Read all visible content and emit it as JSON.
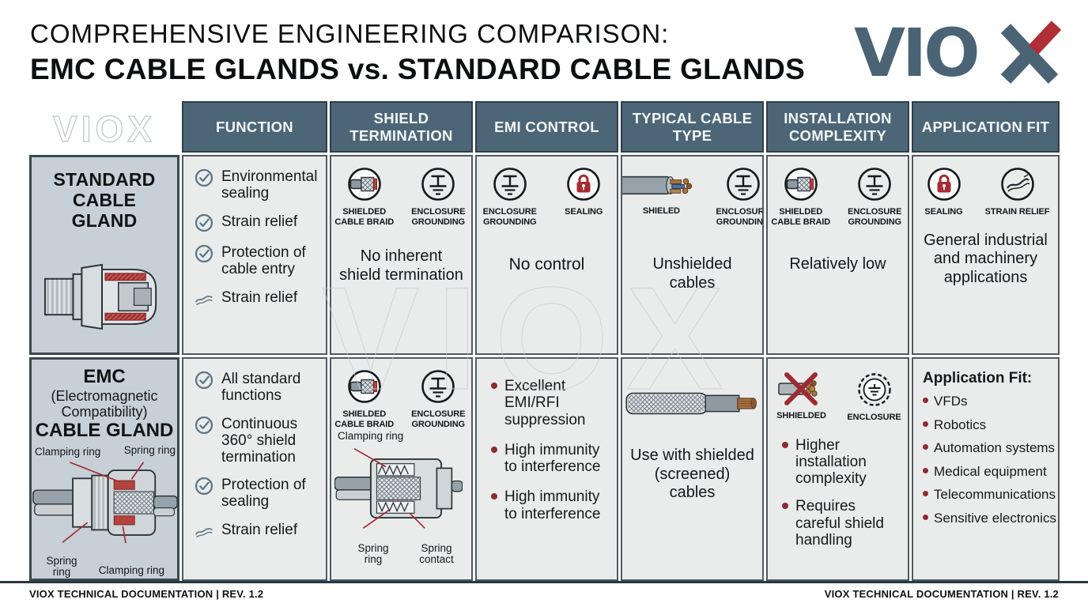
{
  "page": {
    "title_line1": "COMPREHENSIVE ENGINEERING COMPARISON:",
    "title_line2": "EMC CABLE GLANDS vs. STANDARD CABLE GLANDS",
    "logo_text": "VIO",
    "watermark": "VIOX",
    "footer_left": "VIOX TECHNICAL DOCUMENTATION | REV. 1.2",
    "footer_right": "VIOX TECHNICAL DOCUMENTATION | REV. 1.2"
  },
  "colors": {
    "header_bg": "#4c6677",
    "accent_red": "#9e2b33",
    "check_slate": "#5d7585",
    "label_cell_bg": "#c7d0d6",
    "data_cell_bg": "#eaecec"
  },
  "columns": [
    "FUNCTION",
    "SHIELD TERMINATION",
    "EMI CONTROL",
    "TYPICAL CABLE TYPE",
    "INSTALLATION COMPLEXITY",
    "APPLICATION FIT"
  ],
  "standard": {
    "label": "STANDARD CABLE GLAND",
    "function": [
      {
        "icon": "check-circle",
        "text": "Environmental sealing"
      },
      {
        "icon": "check-circle",
        "text": "Strain relief"
      },
      {
        "icon": "check-circle",
        "text": "Protection of cable entry"
      },
      {
        "icon": "strain-squiggle",
        "text": "Strain relief"
      }
    ],
    "shield": {
      "icons": [
        {
          "name": "shielded-cable-braid",
          "label": "SHIELDED CABLE BRAID"
        },
        {
          "name": "enclosure-grounding",
          "label": "ENCLOSURE GROUNDING"
        }
      ],
      "note": "No inherent shield termination"
    },
    "emi": {
      "icons": [
        {
          "name": "enclosure-grounding",
          "label": "ENCLOSURE GROUNDING"
        },
        {
          "name": "sealing-lock",
          "label": "SEALING"
        }
      ],
      "note": "No control"
    },
    "cable": {
      "icons": [
        {
          "name": "unshielded-cable",
          "label": "SHIELED"
        },
        {
          "name": "enclosure-grounding",
          "label": "ENCLOSURE GROUNDING"
        }
      ],
      "note": "Unshielded cables"
    },
    "install": {
      "icons": [
        {
          "name": "shielded-cable-braid",
          "label": "SHIELDED CABLE BRAID"
        },
        {
          "name": "enclosure-grounding",
          "label": "ENCLOSURE GROUNDING"
        }
      ],
      "note": "Relatively low"
    },
    "app": {
      "icons": [
        {
          "name": "sealing-lock",
          "label": "SEALING"
        },
        {
          "name": "strain-relief",
          "label": "STRAIN RELIEF"
        }
      ],
      "note": "General industrial and machinery applications"
    }
  },
  "emc": {
    "label_title": "EMC",
    "label_sub": "(Electromagnetic Compatibility)",
    "label_bottom": "CABLE GLAND",
    "diagram": {
      "top_left": "Clamping ring",
      "top_right": "Spring ring",
      "bottom_left": "Spring ring",
      "bottom_right": "Clamping ring"
    },
    "function": [
      {
        "icon": "check-circle",
        "text": "All standard functions"
      },
      {
        "icon": "check-circle",
        "text": "Continuous 360° shield termination"
      },
      {
        "icon": "check-circle",
        "text": "Protection of sealing"
      },
      {
        "icon": "strain-squiggle",
        "text": "Strain relief"
      }
    ],
    "shield": {
      "icons": [
        {
          "name": "shielded-cable-braid",
          "label": "SHIELDED CABLE BRAID"
        },
        {
          "name": "enclosure-grounding",
          "label": "ENCLOSURE GROUNDING"
        }
      ],
      "diagram": {
        "top": "Clamping ring",
        "bottom_left": "Spring ring",
        "bottom_right": "Spring contact"
      }
    },
    "emi": {
      "bullets": [
        "Excellent EMI/RFI suppression",
        "High immunity to interference",
        "High immunity to interference"
      ]
    },
    "cable": {
      "note": "Use with shielded (screened) cables"
    },
    "install": {
      "icons": [
        {
          "name": "no-shield-cable",
          "label": "SHHIELDED"
        },
        {
          "name": "enclosure",
          "label": "ENCLOSURE"
        }
      ],
      "bullets": [
        "Higher installation complexity",
        "Requires careful shield handling"
      ]
    },
    "app": {
      "heading": "Application Fit:",
      "bullets": [
        "VFDs",
        "Robotics",
        "Automation systems",
        "Medical equipment",
        "Telecommunications",
        "Sensitive electronics"
      ]
    }
  }
}
